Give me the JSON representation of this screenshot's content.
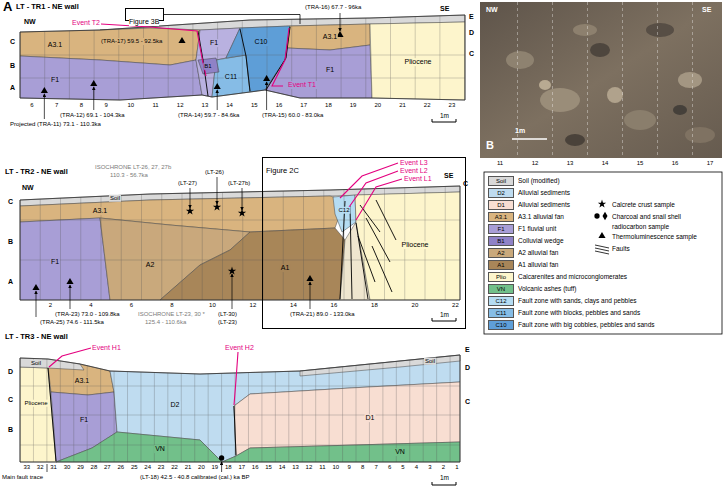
{
  "diagram": {
    "nodes": [
      {
        "text": [
          "Figure 3B"
        ]
      },
      {
        "text": [
          "Figure 2C"
        ]
      }
    ],
    "labels": [
      "A",
      "LT - TR1 - NE wall",
      "NW",
      "SE",
      "E",
      "D",
      "C",
      "C",
      "B",
      "A",
      "Event T2",
      "Event T1",
      "(TRA-17) 59.5 - 92.5ka",
      "(TRA-16) 67.7 - 96ka",
      "(TRA-15) 60.0 - 83.0ka",
      "(TRA-14) 59.7 - 84.6ka",
      "(TRA-12) 69.1 - 104.3ka",
      "Projected (TRA-11) 73.1 - 110.3ka",
      "A3.1",
      "F1",
      "F1",
      "C10",
      "C11",
      "B1",
      "F1",
      "A3.1",
      "Pliocene",
      "1m",
      "6",
      "7",
      "8",
      "9",
      "10",
      "11",
      "12",
      "13",
      "14",
      "15",
      "16",
      "17",
      "18",
      "19",
      "20",
      "21",
      "22",
      "23",
      "B",
      "NW",
      "SE",
      "1m",
      "11",
      "12",
      "13",
      "14",
      "15",
      "16",
      "17",
      "LT - TR2 - NE wall",
      "NW",
      "SE",
      "C",
      "C",
      "B",
      "A",
      "Event L3",
      "Event L2",
      "Event L1",
      "ISOCHRONE LT-26, 27, 27b",
      "110.3 - 56.7ka",
      "(LT-26)",
      "(LT-27)",
      "(LT-27b)",
      "Soil",
      "A3.1",
      "F1",
      "A2",
      "A1",
      "C12",
      "Pliocene",
      "(TRA-23) 73.0 - 109.8ka",
      "(TRA-25) 74.6 - 111.5ka",
      "ISOCHRONE LT-23, 30 *",
      "125.4 - 110.6ka",
      "(LT-30)",
      "(LT-23)",
      "(TRA-21) 89.0 - 133.0ka",
      "1m",
      "2",
      "4",
      "6",
      "8",
      "10",
      "12",
      "14",
      "16",
      "18",
      "20",
      "22",
      "LT - TR3 - NE wall",
      "Event H1",
      "Event H2",
      "Pliocene",
      "A3.1",
      "F1",
      "VN",
      "D2",
      "D1",
      "VN",
      "Soil",
      "Soil",
      "Main fault trace",
      "(LT-18) 42.5 - 40.8 calibrated (cal.) ka BP",
      "1m",
      "D",
      "C",
      "B",
      "E",
      "D",
      "C",
      "33",
      "32",
      "31",
      "30",
      "29",
      "28",
      "27",
      "26",
      "25",
      "24",
      "23",
      "22",
      "21",
      "20",
      "19",
      "18",
      "17",
      "16",
      "15",
      "14",
      "13",
      "12",
      "11",
      "10",
      "9",
      "8",
      "7",
      "6",
      "5",
      "4",
      "3",
      "2",
      "1",
      "Soil",
      "D2",
      "D1",
      "A3.1",
      "F1",
      "B1",
      "A2",
      "A1",
      "Plio",
      "VN",
      "C12",
      "C11",
      "C10"
    ],
    "legend": [
      {
        "text": "Soil (modified)",
        "color": "#d9d9d9"
      },
      {
        "text": "Alluvial sediments",
        "color": "#bfdcf0"
      },
      {
        "text": "Alluvial sediments",
        "color": "#f8ded2"
      },
      {
        "text": "A3.1 alluvial fan",
        "color": "#d9b47f"
      },
      {
        "text": "F1 fluvial unit",
        "color": "#a89ed6"
      },
      {
        "text": "Colluvial wedge",
        "color": "#8f82c7"
      },
      {
        "text": "A2 alluvial fan",
        "color": "#c9a97c"
      },
      {
        "text": "A1 alluvial fan",
        "color": "#a88659"
      },
      {
        "text": "Calcarenites and microconglomerates",
        "color": "#fdf6cc"
      },
      {
        "text": "Volcanic ashes (tuff)",
        "color": "#72c08a"
      },
      {
        "text": "Fault zone with sands, clays and pebbles",
        "color": "#b5dcf2"
      },
      {
        "text": "Fault zone with blocks, pebbles and sands",
        "color": "#86bde6"
      },
      {
        "text": "Fault zone with big cobbles, pebbles and sands",
        "color": "#5f9fd8"
      },
      {
        "text": "Calcrete crust sample"
      },
      {
        "text": "Charcoal and snail shell radiocarbon sample"
      },
      {
        "text": "Thermoluminescence sample"
      },
      {
        "text": "Faults"
      }
    ]
  }
}
